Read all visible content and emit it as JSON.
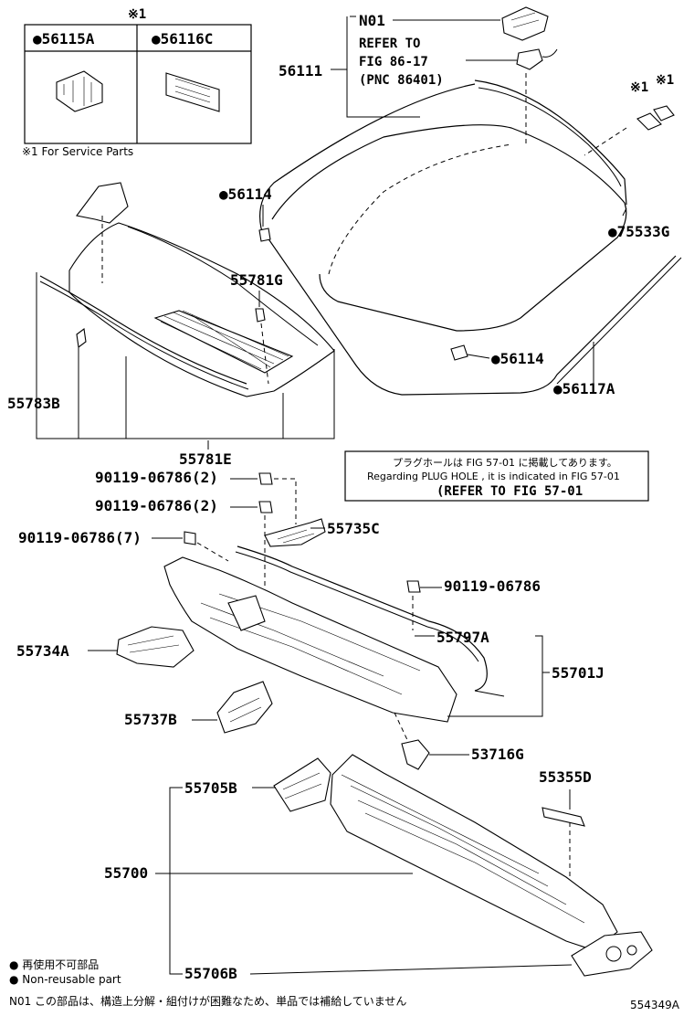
{
  "service_table": {
    "header_mark": "※1",
    "col1": "●56115A",
    "col2": "●56116C",
    "footnote": "※1 For Service Parts"
  },
  "refer_box": {
    "code": "N01",
    "line1": "REFER TO",
    "line2": "FIG 86-17",
    "line3": "(PNC 86401)"
  },
  "labels": {
    "p56111": "56111",
    "p56114_top": "●56114",
    "p56114_bottom": "●56114",
    "p75533G": "●75533G",
    "p56117A": "●56117A",
    "p55781G": "55781G",
    "p55783B": "55783B",
    "p55781E": "55781E",
    "mark1": "※1",
    "mark2": "※1",
    "b1": "90119-06786(2)",
    "b2": "90119-06786(2)",
    "b3": "90119-06786(7)",
    "b4": "90119-06786",
    "p55735C": "55735C",
    "p55797A": "55797A",
    "p55701J": "55701J",
    "p55734A": "55734A",
    "p55737B": "55737B",
    "p53716G": "53716G",
    "p55705B": "55705B",
    "p55355D": "55355D",
    "p55700": "55700",
    "p55706B": "55706B"
  },
  "plug_note": {
    "jp": "プラグホールは FIG 57-01 に掲載してあります。",
    "en": "Regarding PLUG HOLE , it is indicated in FIG 57-01",
    "refer": "(REFER TO FIG 57-01"
  },
  "legend": {
    "jp": "● 再使用不可部品",
    "en": "● Non-reusable part"
  },
  "footer": {
    "n01_note": "N01 この部品は、構造上分解・組付けが困難なため、単品では補給していません",
    "figure_id": "554349A"
  }
}
